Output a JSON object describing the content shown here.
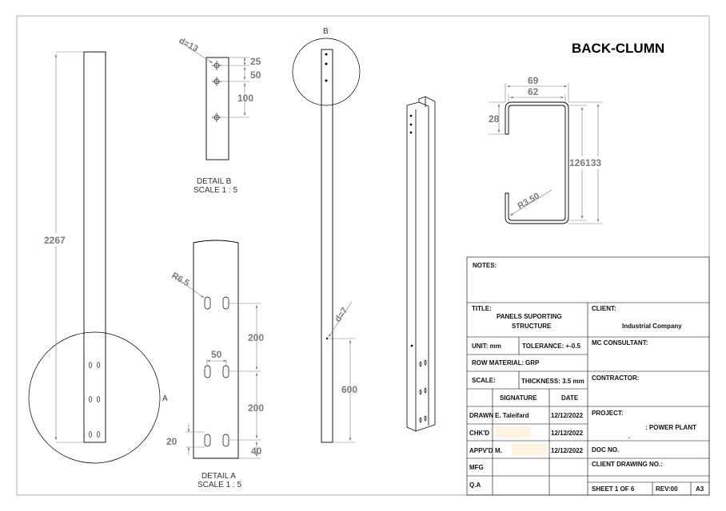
{
  "drawing_title": "BACK-CLUMN",
  "views": {
    "main_length": "2267",
    "detail_a_marker": "A",
    "detail_b_marker": "B",
    "detail_b": {
      "label": "DETAIL B",
      "scale": "SCALE 1 : 5",
      "hole_dia": "d=13",
      "dim1": "25",
      "dim2": "50",
      "dim3": "100"
    },
    "detail_a": {
      "label": "DETAIL A",
      "scale": "SCALE 1 : 5",
      "radius": "R6.5",
      "slot": "50",
      "dim_top": "200",
      "dim_mid": "200",
      "dim_left": "20",
      "dim_bottom": "40"
    },
    "side": {
      "hole_dia": "d=7",
      "dim": "600"
    },
    "section": {
      "w_outer": "69",
      "w_inner": "62",
      "lip": "28",
      "h": "126133",
      "radius": "R3.50"
    }
  },
  "titleblock": {
    "notes": "NOTES:",
    "title_label": "TITLE:",
    "title_line1": "PANELS SUPORTING",
    "title_line2": "STRUCTURE",
    "client_label": "CLIENT:",
    "client_value": "Industrial  Company",
    "unit": "UNIT: mm",
    "tolerance": "TOLERANCE: +-0.5",
    "mc_consultant": "MC CONSULTANT:",
    "row_material_label": "ROW MATERIAL:",
    "row_material_value": "GRP",
    "scale": "SCALE:",
    "thickness": "THICKNESS: 3.5 mm",
    "contractor": "CONTRACTOR:",
    "signature": "SIGNATURE",
    "date": "DATE",
    "project_label": "PROJECT:",
    "project_value": ": POWER PLANT",
    "project_dot": ".",
    "rows": [
      {
        "role": "DRAWN",
        "name": "E. Taleifard",
        "date": "12/12/2022"
      },
      {
        "role": "CHK'D",
        "name": "",
        "date": "12/12/2022"
      },
      {
        "role": "APPV'D",
        "name": "M.",
        "date": "12/12/2022"
      },
      {
        "role": "MFG",
        "name": "",
        "date": ""
      },
      {
        "role": "Q.A",
        "name": "",
        "date": ""
      }
    ],
    "doc_no": "DOC NO.",
    "client_drawing_no": "CLIENT DRAWING NO.:",
    "sheet": "SHEET   1  OF   6",
    "rev": "REV:00",
    "size": "A3"
  },
  "colors": {
    "line": "#000000",
    "dim": "#7a7a7a",
    "highlight": "#fdf3e0"
  }
}
